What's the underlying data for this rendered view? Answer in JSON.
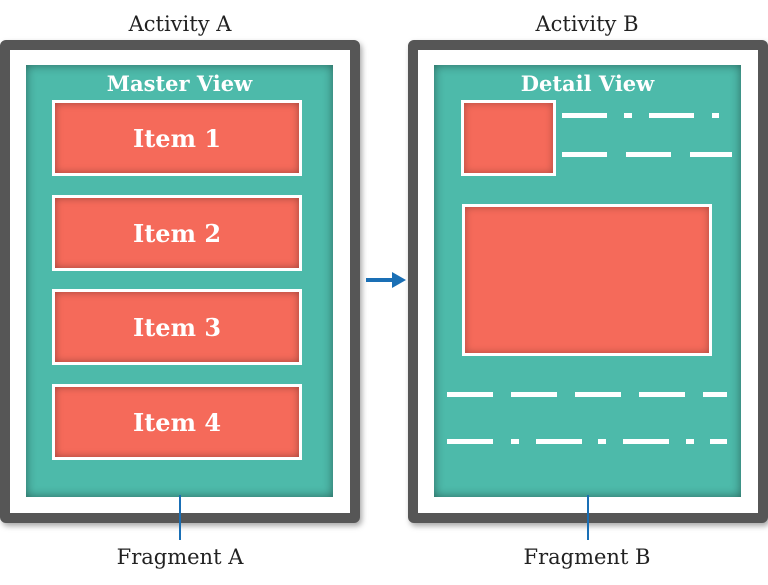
{
  "activity_a": {
    "title": "Activity A",
    "fragment_label": "Fragment A",
    "view_title": "Master View",
    "items": [
      {
        "label": "Item 1"
      },
      {
        "label": "Item 2"
      },
      {
        "label": "Item 3"
      },
      {
        "label": "Item 4"
      }
    ]
  },
  "activity_b": {
    "title": "Activity B",
    "fragment_label": "Fragment B",
    "view_title": "Detail View"
  },
  "colors": {
    "frame": "#565656",
    "fragment": "#4dbaaa",
    "item": "#f56a5a",
    "arrow": "#1a6fb5"
  }
}
